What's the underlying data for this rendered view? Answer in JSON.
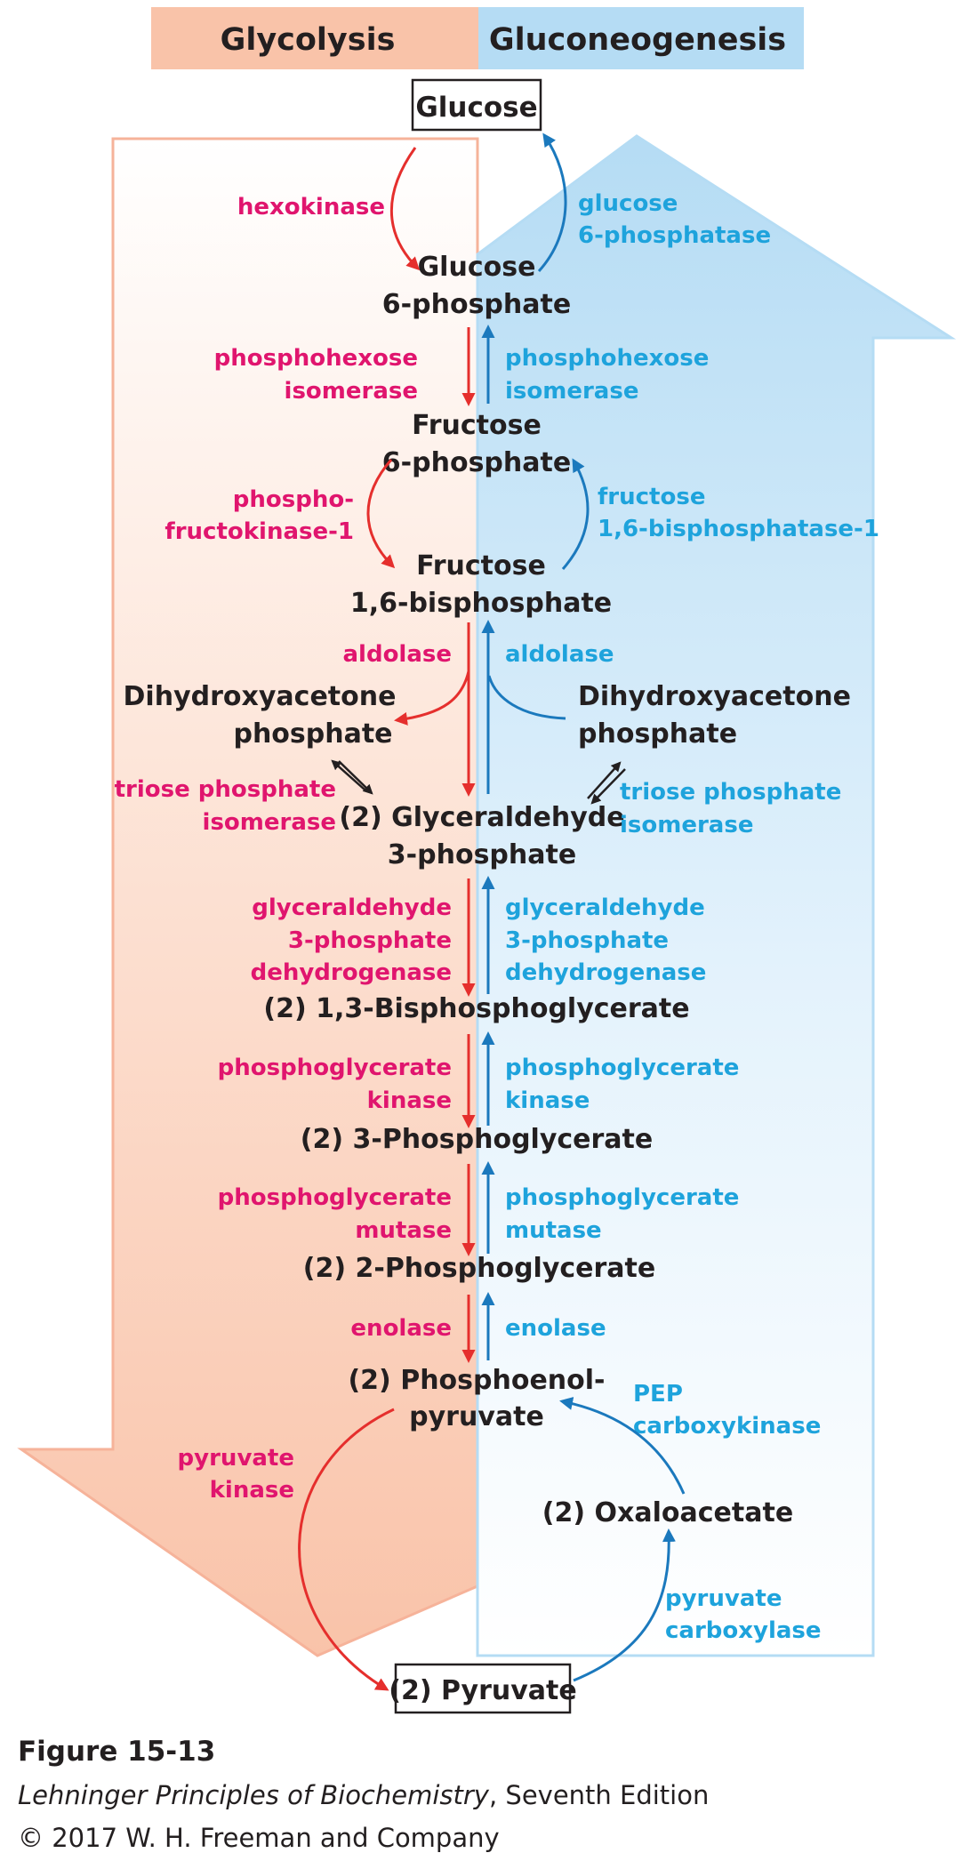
{
  "header": {
    "left_label": "Glycolysis",
    "right_label": "Gluconeogenesis"
  },
  "colors": {
    "glycolysis_text": "#e0156e",
    "glycolysis_arrow": "#e52f2d",
    "gluconeogenesis_text": "#1ea3dc",
    "gluconeogenesis_arrow": "#1b79bd",
    "glycolysis_band": "#f9c3a9",
    "gluconeogenesis_band": "#b5dcf4",
    "text_dark": "#231f20"
  },
  "metabolites": {
    "glucose": "Glucose",
    "g6p": [
      "Glucose",
      "6-phosphate"
    ],
    "f6p": [
      "Fructose",
      "6-phosphate"
    ],
    "f16bp": [
      "Fructose",
      "1,6-bisphosphate"
    ],
    "dhap_left": [
      "Dihydroxyacetone",
      "phosphate"
    ],
    "dhap_right": [
      "Dihydroxyacetone",
      "phosphate"
    ],
    "gap": [
      "(2) Glyceraldehyde",
      "3-phosphate"
    ],
    "bpg": "(2) 1,3-Bisphosphoglycerate",
    "pg3": "(2) 3-Phosphoglycerate",
    "pg2": "(2) 2-Phosphoglycerate",
    "pep": [
      "(2) Phosphoenol-",
      "pyruvate"
    ],
    "oaa": "(2) Oxaloacetate",
    "pyruvate": "(2) Pyruvate"
  },
  "glycolysis_enzymes": {
    "hexokinase": [
      "hexokinase"
    ],
    "phi": [
      "phosphohexose",
      "isomerase"
    ],
    "pfk1": [
      "phospho-",
      "fructokinase-1"
    ],
    "aldolase": [
      "aldolase"
    ],
    "tpi": [
      "triose phosphate",
      "isomerase"
    ],
    "gapdh": [
      "glyceraldehyde",
      "3-phosphate",
      "dehydrogenase"
    ],
    "pgk": [
      "phosphoglycerate",
      "kinase"
    ],
    "pgm": [
      "phosphoglycerate",
      "mutase"
    ],
    "enolase": [
      "enolase"
    ],
    "pk": [
      "pyruvate",
      "kinase"
    ]
  },
  "gluconeogenesis_enzymes": {
    "g6pase": [
      "glucose",
      "6-phosphatase"
    ],
    "phi": [
      "phosphohexose",
      "isomerase"
    ],
    "fbpase": [
      "fructose",
      "1,6-bisphosphatase-1"
    ],
    "aldolase": [
      "aldolase"
    ],
    "tpi": [
      "triose phosphate",
      "isomerase"
    ],
    "gapdh": [
      "glyceraldehyde",
      "3-phosphate",
      "dehydrogenase"
    ],
    "pgk": [
      "phosphoglycerate",
      "kinase"
    ],
    "pgm": [
      "phosphoglycerate",
      "mutase"
    ],
    "enolase": [
      "enolase"
    ],
    "pepck": [
      "PEP",
      "carboxykinase"
    ],
    "pc": [
      "pyruvate",
      "carboxylase"
    ]
  },
  "caption": {
    "figure": "Figure 15-13",
    "book_title": "Lehninger Principles of Biochemistry",
    "edition": ", Seventh Edition",
    "copyright": "© 2017 W. H. Freeman and Company"
  }
}
